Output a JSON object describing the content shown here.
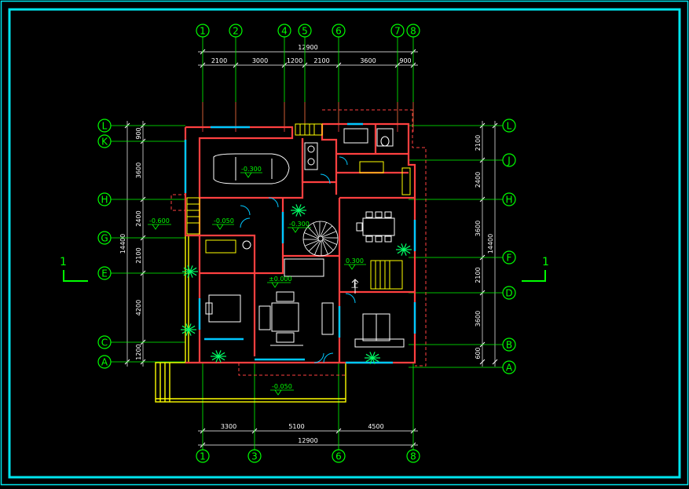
{
  "colors": {
    "background": "#000000",
    "border": "#00e5ee",
    "axis_line": "#00ff00",
    "bubble": "#00ff00",
    "dimension_line": "#ffffff",
    "wall": "#ff4040",
    "window": "#00c8ff",
    "furniture": "#ffffff",
    "stairs": "#ffff00",
    "plant": "#00ff66",
    "level_mark": "#00ff00",
    "dashed_outline": "#ff4040"
  },
  "axes_top": [
    "1",
    "2",
    "4",
    "5",
    "6",
    "7",
    "8"
  ],
  "axes_bottom": [
    "1",
    "3",
    "6",
    "8"
  ],
  "axes_left": [
    "L",
    "K",
    "H",
    "G",
    "E",
    "C",
    "A"
  ],
  "axes_right": [
    "L",
    "J",
    "H",
    "F",
    "D",
    "B",
    "A"
  ],
  "dims_top_total": "12900",
  "dims_top": [
    "2100",
    "3000",
    "1200",
    "2100",
    "3600",
    "900"
  ],
  "dims_bottom": [
    "3300",
    "5100",
    "4500"
  ],
  "dims_bottom_total": "12900",
  "dims_left": [
    "900",
    "3600",
    "2400",
    "2100",
    "4200",
    "1200"
  ],
  "dims_left_total": "14400",
  "dims_right": [
    "2100",
    "2400",
    "3600",
    "2100",
    "3600",
    "600"
  ],
  "dims_right_total": "14400",
  "levels": {
    "garage": "-0.300",
    "stair_left": "-0.600",
    "corridor": "-0.050",
    "hall": "-0.300",
    "dining": "0.300",
    "living": "±0.000",
    "entrance": "-0.050"
  },
  "section_marks": [
    "1",
    "1"
  ],
  "stair_label": "上"
}
